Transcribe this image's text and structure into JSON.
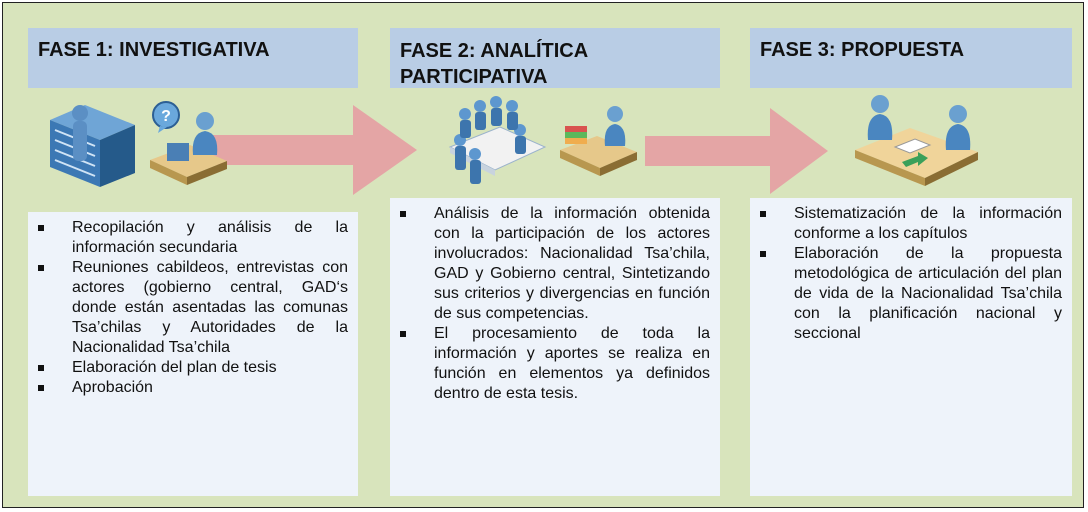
{
  "phases": [
    {
      "title": "FASE 1: INVESTIGATIVA",
      "items": [
        "Recopilación y análisis de la información secundaria",
        "Reuniones cabildeos, entrevistas con actores (gobierno central, GAD‘s donde están asentadas las comunas Tsa’chilas y Autoridades de la Nacionalidad Tsa’chila",
        "Elaboración del plan de tesis",
        "Aprobación"
      ]
    },
    {
      "title": "FASE 2: ANALÍTICA PARTICIPATIVA",
      "items": [
        "Análisis de la información obtenida con la participación de los actores involucrados: Nacionalidad Tsa’chila, GAD y Gobierno central, Sintetizando sus criterios y divergencias en función de sus competencias.",
        "El procesamiento de toda la información y aportes se realiza en función en elementos ya definidos dentro de esta tesis."
      ]
    },
    {
      "title": "FASE 3: PROPUESTA",
      "items": [
        "Sistematización de la información conforme a los capítulos",
        "Elaboración de la propuesta metodológica de articulación del plan de vida de la Nacionalidad Tsa’chila con la planificación nacional y seccional"
      ]
    }
  ],
  "icons": [
    "server-rack-icon",
    "question-bubble-icon",
    "computer-user-icon",
    "meeting-group-icon",
    "documents-desk-icon",
    "handshake-desk-icon"
  ],
  "colors": {
    "background": "#d8e4bc",
    "header": "#b9cde5",
    "box": "#eef3fa",
    "arrow": "#e4a5a5"
  }
}
